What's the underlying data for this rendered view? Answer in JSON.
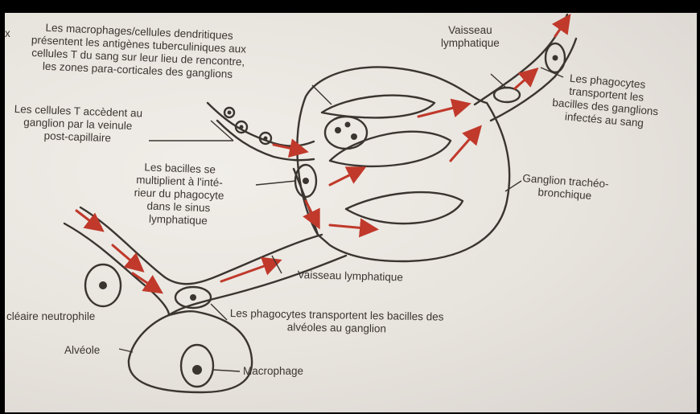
{
  "labels": {
    "macrophages_dendritic": [
      "Les macrophages/cellules dendritiques",
      "présentent les antigènes tuberculiniques aux",
      "cellules T du sang sur leur lieu de rencontre,",
      "les zones para-corticales des ganglions"
    ],
    "t_cells_access": [
      "Les cellules T accèdent au",
      "ganglion par la veinule",
      "post-capillaire"
    ],
    "bacilli_multiply": [
      "Les bacilles se",
      "multiplient à l'inté-",
      "rieur du phagocyte",
      "dans le sinus",
      "lymphatique"
    ],
    "vaisseau_top": [
      "Vaisseau",
      "lymphatique"
    ],
    "phagocytes_top": [
      "Les phagocytes",
      "transportent les",
      "bacilles des ganglions",
      "infectés au sang"
    ],
    "ganglion": [
      "Ganglion trachéo-",
      "bronchique"
    ],
    "vaisseau_bottom": "Vaisseau lymphatique",
    "phagocytes_bottom": [
      "Les phagocytes transportent les bacilles des",
      "alvéoles au ganglion"
    ],
    "neutrophile": "cléaire neutrophile",
    "alveole": "Alvéole",
    "macrophage": "Macrophage",
    "edge_mark": "x"
  },
  "colors": {
    "ink": "#3b3530",
    "arrow": "#c0392b",
    "paper": "#ece8e2"
  }
}
